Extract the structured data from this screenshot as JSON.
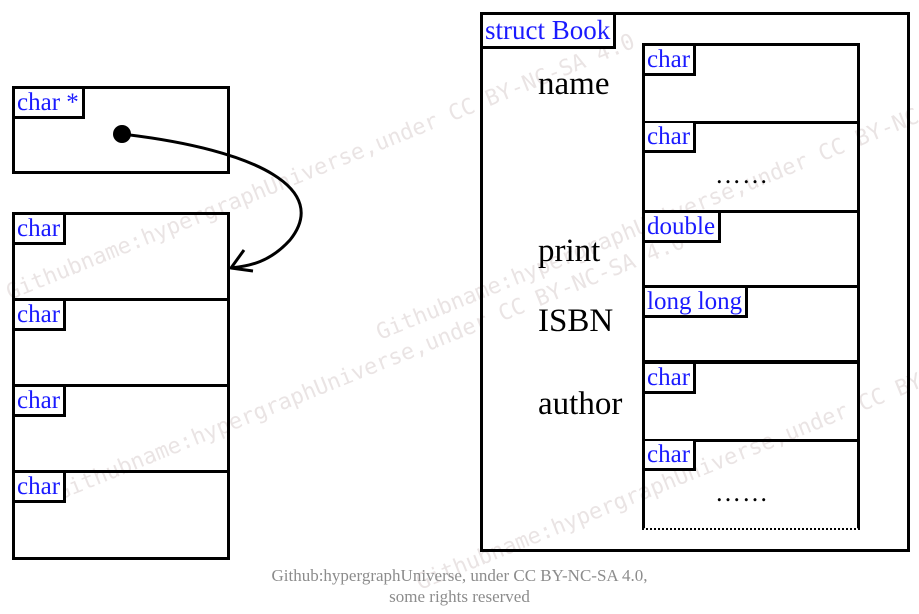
{
  "pointer": {
    "label": "char *"
  },
  "array": {
    "cells": [
      "char",
      "char",
      "char",
      "char"
    ]
  },
  "struct": {
    "title": "struct Book",
    "fields": {
      "name": "name",
      "print": "print",
      "isbn": "ISBN",
      "author": "author"
    },
    "cells": {
      "name_first": "char",
      "name_second": "char",
      "name_ellipsis": "……",
      "print": "double",
      "isbn": "long long",
      "author_first": "char",
      "author_second": "char",
      "author_ellipsis": "……"
    }
  },
  "credit": {
    "line1": "Github:hypergraphUniverse, under CC BY-NC-SA 4.0,",
    "line2": "some rights reserved"
  },
  "watermark_text": "Githubname:hypergraphUniverse,under CC BY-NC-SA 4.0",
  "colors": {
    "label": "#1a1aff",
    "border": "#000000",
    "credit": "#8c8c8c",
    "watermark": "#e0d8d8"
  }
}
